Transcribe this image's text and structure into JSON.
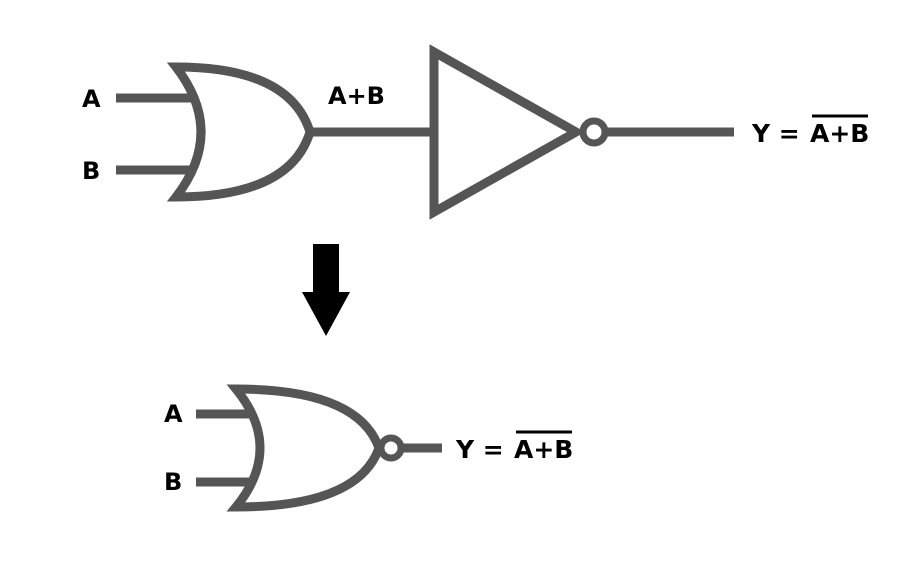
{
  "top_circuit": {
    "input_a": "A",
    "input_b": "B",
    "intermediate": "A+B",
    "output_prefix": "Y =",
    "output_expr": "A+B"
  },
  "bottom_circuit": {
    "input_a": "A",
    "input_b": "B",
    "output_prefix": "Y =",
    "output_expr": "A+B"
  },
  "colors": {
    "line": "#555555",
    "text": "#000000",
    "arrow": "#000000",
    "background": "#ffffff"
  }
}
